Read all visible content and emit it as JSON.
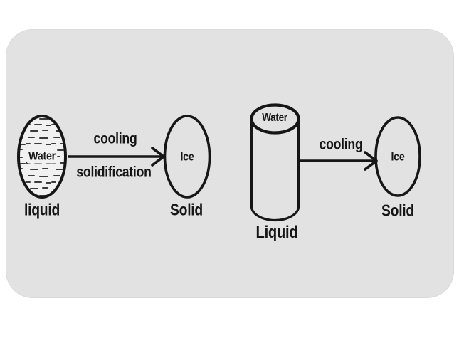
{
  "canvas": {
    "page_bg": "#ffffff",
    "card_bg": "#e2e2e2",
    "ink": "#161616",
    "vessel_fill": "#f1f1f1",
    "hatch_color": "#3c3c3c"
  },
  "left_process": {
    "source_shape_label": "Water",
    "source_state_label": "liquid",
    "arrow_label_top": "cooling",
    "arrow_label_bottom": "solidification",
    "target_shape_label": "Ice",
    "target_state_label": "Solid"
  },
  "right_process": {
    "source_shape_label": "Water",
    "source_state_label": "Liquid",
    "arrow_label_top": "cooling",
    "target_shape_label": "Ice",
    "target_state_label": "Solid"
  }
}
